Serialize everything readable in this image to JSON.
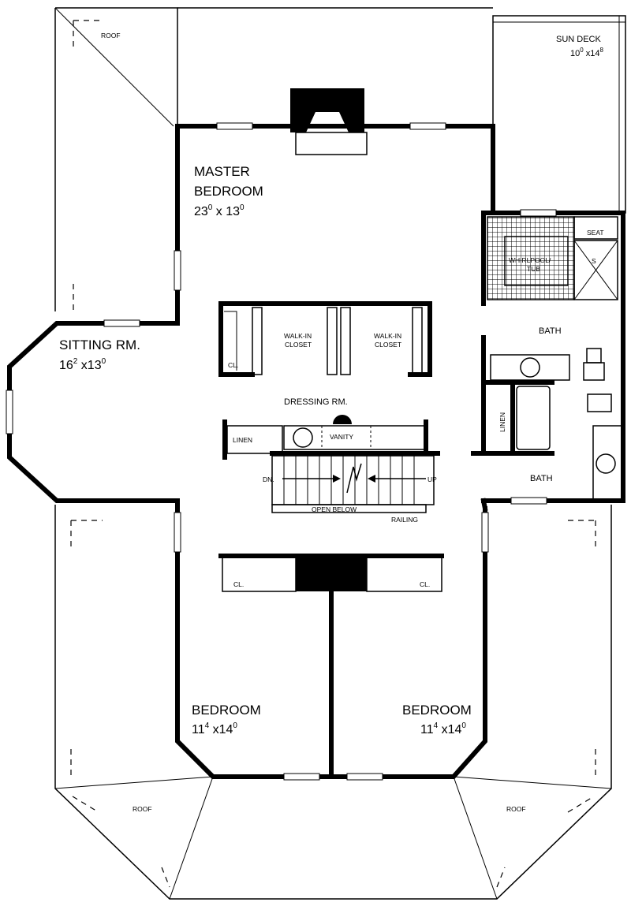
{
  "roof_labels": [
    "ROOF",
    "ROOF",
    "ROOF"
  ],
  "rooms": {
    "sun_deck": {
      "name": "SUN DECK",
      "dim_a": "10",
      "dim_a_sup": "0",
      "dim_sep": " x14",
      "dim_b_sup": "8"
    },
    "master_bedroom": {
      "name_line1": "MASTER",
      "name_line2": "BEDROOM",
      "dim_a": "23",
      "dim_a_sup": "0",
      "dim_sep": " x 13",
      "dim_b_sup": "0"
    },
    "sitting_room": {
      "name": "SITTING RM.",
      "dim_a": "16",
      "dim_a_sup": "2",
      "dim_sep": " x13",
      "dim_b_sup": "0"
    },
    "dressing_room": {
      "name": "DRESSING RM."
    },
    "bath_upper": {
      "name": "BATH"
    },
    "bath_lower": {
      "name": "BATH"
    },
    "bedroom_left": {
      "name": "BEDROOM",
      "dim_a": "11",
      "dim_a_sup": "4",
      "dim_sep": " x14",
      "dim_b_sup": "0"
    },
    "bedroom_right": {
      "name": "BEDROOM",
      "dim_a": "11",
      "dim_a_sup": "4",
      "dim_sep": " x14",
      "dim_b_sup": "0"
    }
  },
  "fixtures": {
    "walk_in_closet_line1": "WALK-IN",
    "walk_in_closet_line2": "CLOSET",
    "closet": "CL.",
    "linen": "LINEN",
    "vanity": "VANITY",
    "whirlpool_line1": "WHIRLPOOL/",
    "whirlpool_line2": "TUB",
    "seat": "SEAT",
    "shower": "S"
  },
  "stairs": {
    "down": "DN.",
    "up": "UP",
    "open_below": "OPEN BELOW",
    "railing": "RAILING"
  }
}
